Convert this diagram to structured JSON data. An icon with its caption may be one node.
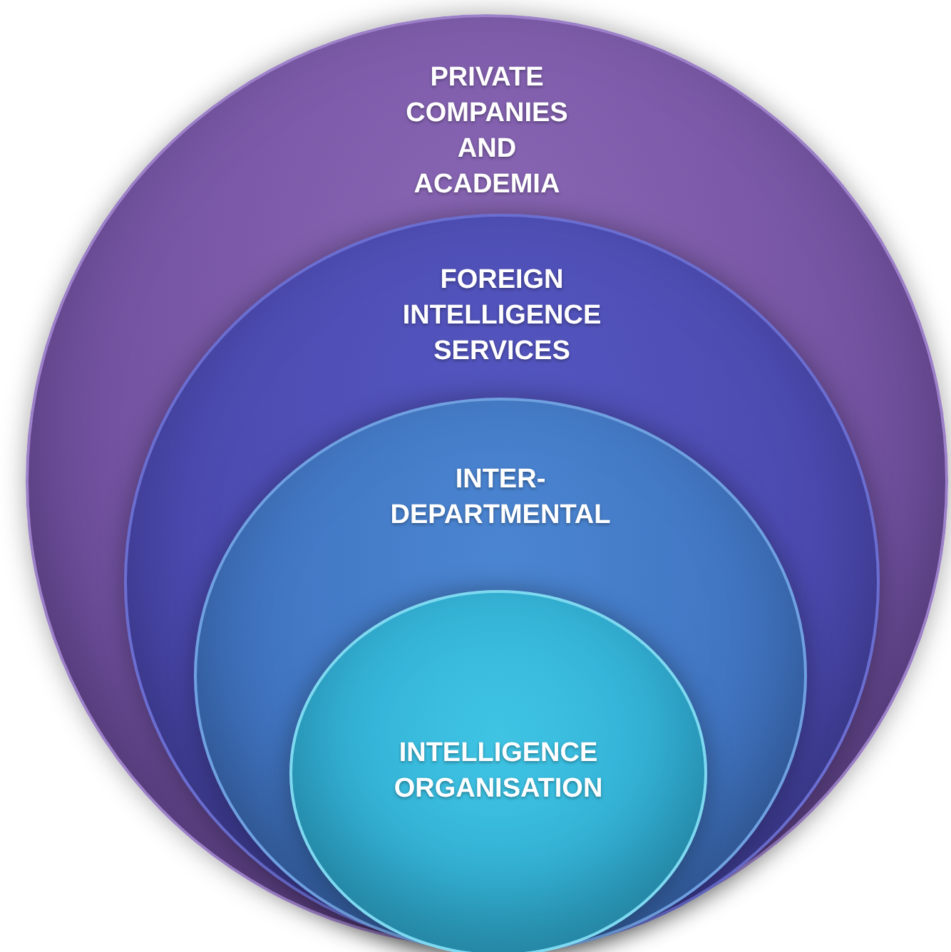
{
  "diagram": {
    "nodes": [
      {
        "text": [
          "PRIVATE COMPANIES AND ACADEMIA"
        ]
      },
      {
        "text": [
          "FOREIGN INTELLIGENCE SERVICES"
        ],
        "in": 0
      },
      {
        "text": [
          "INTER-DEPARTMENTAL"
        ],
        "in": 1
      },
      {
        "text": [
          "INTELLIGENCE ORGANISATION"
        ],
        "in": 2
      }
    ]
  }
}
